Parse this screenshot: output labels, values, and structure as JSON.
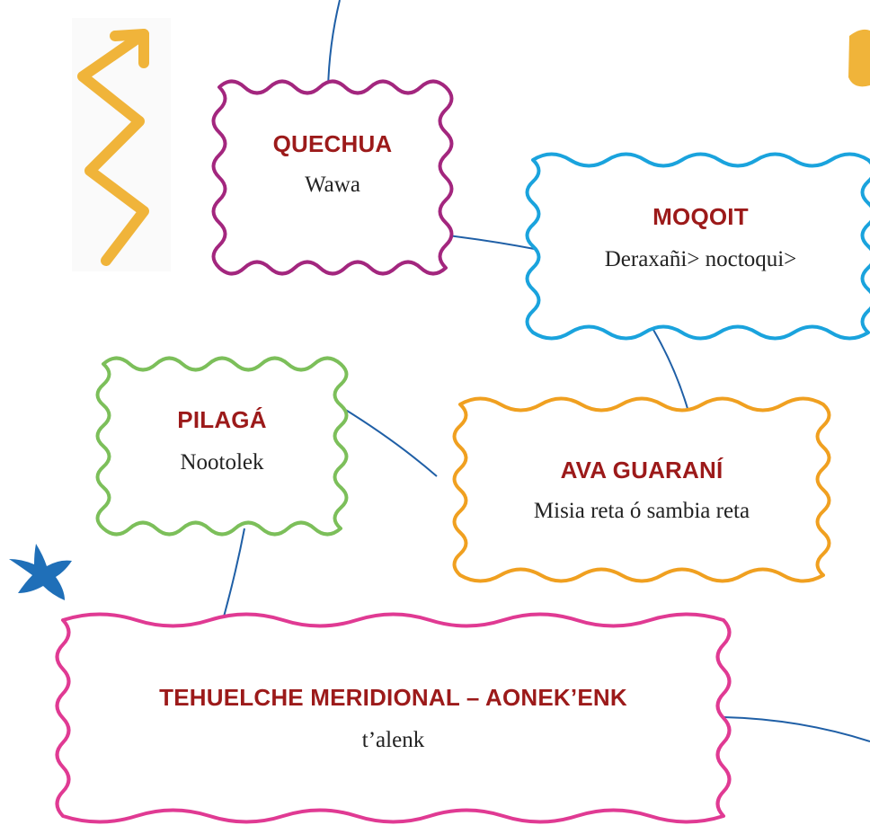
{
  "colors": {
    "connector": "#1f5fa6",
    "quechua_border": "#a3267e",
    "moqoit_border": "#1aa3dd",
    "pilaga_border": "#7cbf5a",
    "guarani_border": "#f0a020",
    "tehuelche_border": "#e03a93",
    "zigzag_arrow": "#f0b43a",
    "asterisk": "#1f6fb8",
    "heading_text": "#9c1a1a"
  },
  "nodes": [
    {
      "id": "quechua",
      "language": "QUECHUA",
      "word": "Wawa"
    },
    {
      "id": "moqoit",
      "language": "MOQOIT",
      "word": "Deraxañi> noctoqui>"
    },
    {
      "id": "pilaga",
      "language": "PILAGÁ",
      "word": "Nootolek"
    },
    {
      "id": "ava-guarani",
      "language": "AVA GUARANÍ",
      "word": "Misia reta ó sambia reta"
    },
    {
      "id": "tehuelche",
      "language": "TEHUELCHE MERIDIONAL – AONEK’ENK",
      "word": "t’alenk"
    }
  ],
  "decorations": [
    "zigzag-arrow-icon",
    "asterisk-icon"
  ]
}
